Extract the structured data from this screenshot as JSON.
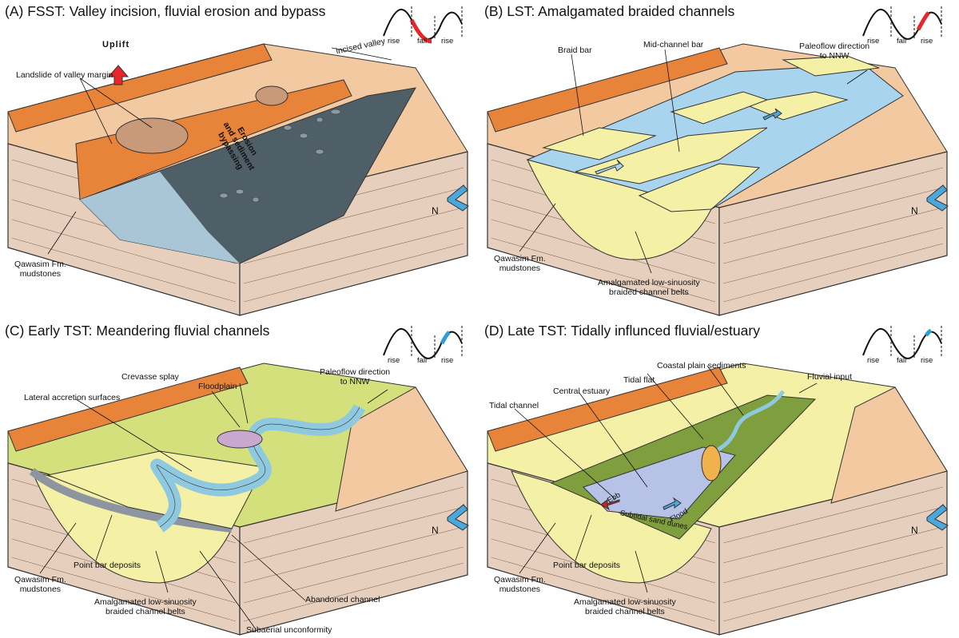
{
  "panels": {
    "a": {
      "title": "(A) FSST: Valley incision, fluvial erosion and bypass",
      "uplift": "Uplift",
      "landslide": "Landslide of valley margin",
      "incised": "incised valley",
      "erosion1": "Erosion",
      "erosion2": "and sediment",
      "erosion3": "bypassing",
      "mud1": "Qawasim Fm.",
      "mud2": "mudstones",
      "north": "N"
    },
    "b": {
      "title": "(B) LST: Amalgamated braided channels",
      "braid": "Braid bar",
      "mid": "Mid-channel bar",
      "paleo1": "Paleoflow direction",
      "paleo2": "to NNW",
      "mud1": "Qawasim Fm.",
      "mud2": "mudstones",
      "amal1": "Amalgamated low-sinuosity",
      "amal2": "braided channel belts",
      "north": "N"
    },
    "c": {
      "title": "(C) Early TST: Meandering fluvial channels",
      "flood": "Floodplain",
      "crev": "Crevasse splay",
      "lat": "Lateral accretion surfaces",
      "paleo1": "Paleoflow direction",
      "paleo2": "to NNW",
      "mud1": "Qawasim Fm.",
      "mud2": "mudstones",
      "point": "Point bar deposits",
      "amal1": "Amalgamated low-sinuosity",
      "amal2": "braided channel belts",
      "aband": "Abandoned channel",
      "sub": "Subaerial unconformity",
      "north": "N"
    },
    "d": {
      "title": "(D) Late TST: Tidally influnced fluvial/estuary",
      "coastal": "Coastal plain sediments",
      "tidalflat": "Tidal flat",
      "fluvial": "Fluvial input",
      "central": "Central estuary",
      "tidalch": "Tidal channel",
      "ebb": "Ebb",
      "floodlbl": "Flood",
      "dunes": "Subtidal sand dunes",
      "mud1": "Qawasim Fm.",
      "mud2": "mudstones",
      "point": "Point bar deposits",
      "amal1": "Amalgamated low-sinuosity",
      "amal2": "braided channel belts",
      "north": "N"
    }
  },
  "curve": {
    "rise": "rise",
    "fall": "fall"
  },
  "colors": {
    "cliff": "#e8833a",
    "cliff_top": "#f2c9a0",
    "ground_side": "#e7cfbd",
    "valley_fill": "#f4f0a6",
    "water": "#a9d4ee",
    "floodplain": "#d4e07c",
    "dark_water": "#4f5f67",
    "curve_highlight": "#e8262a",
    "curve_highlight_blue": "#2b9ed8",
    "north_arrow": "#4aa9dc",
    "uplift_arrow": "#e8262a"
  }
}
